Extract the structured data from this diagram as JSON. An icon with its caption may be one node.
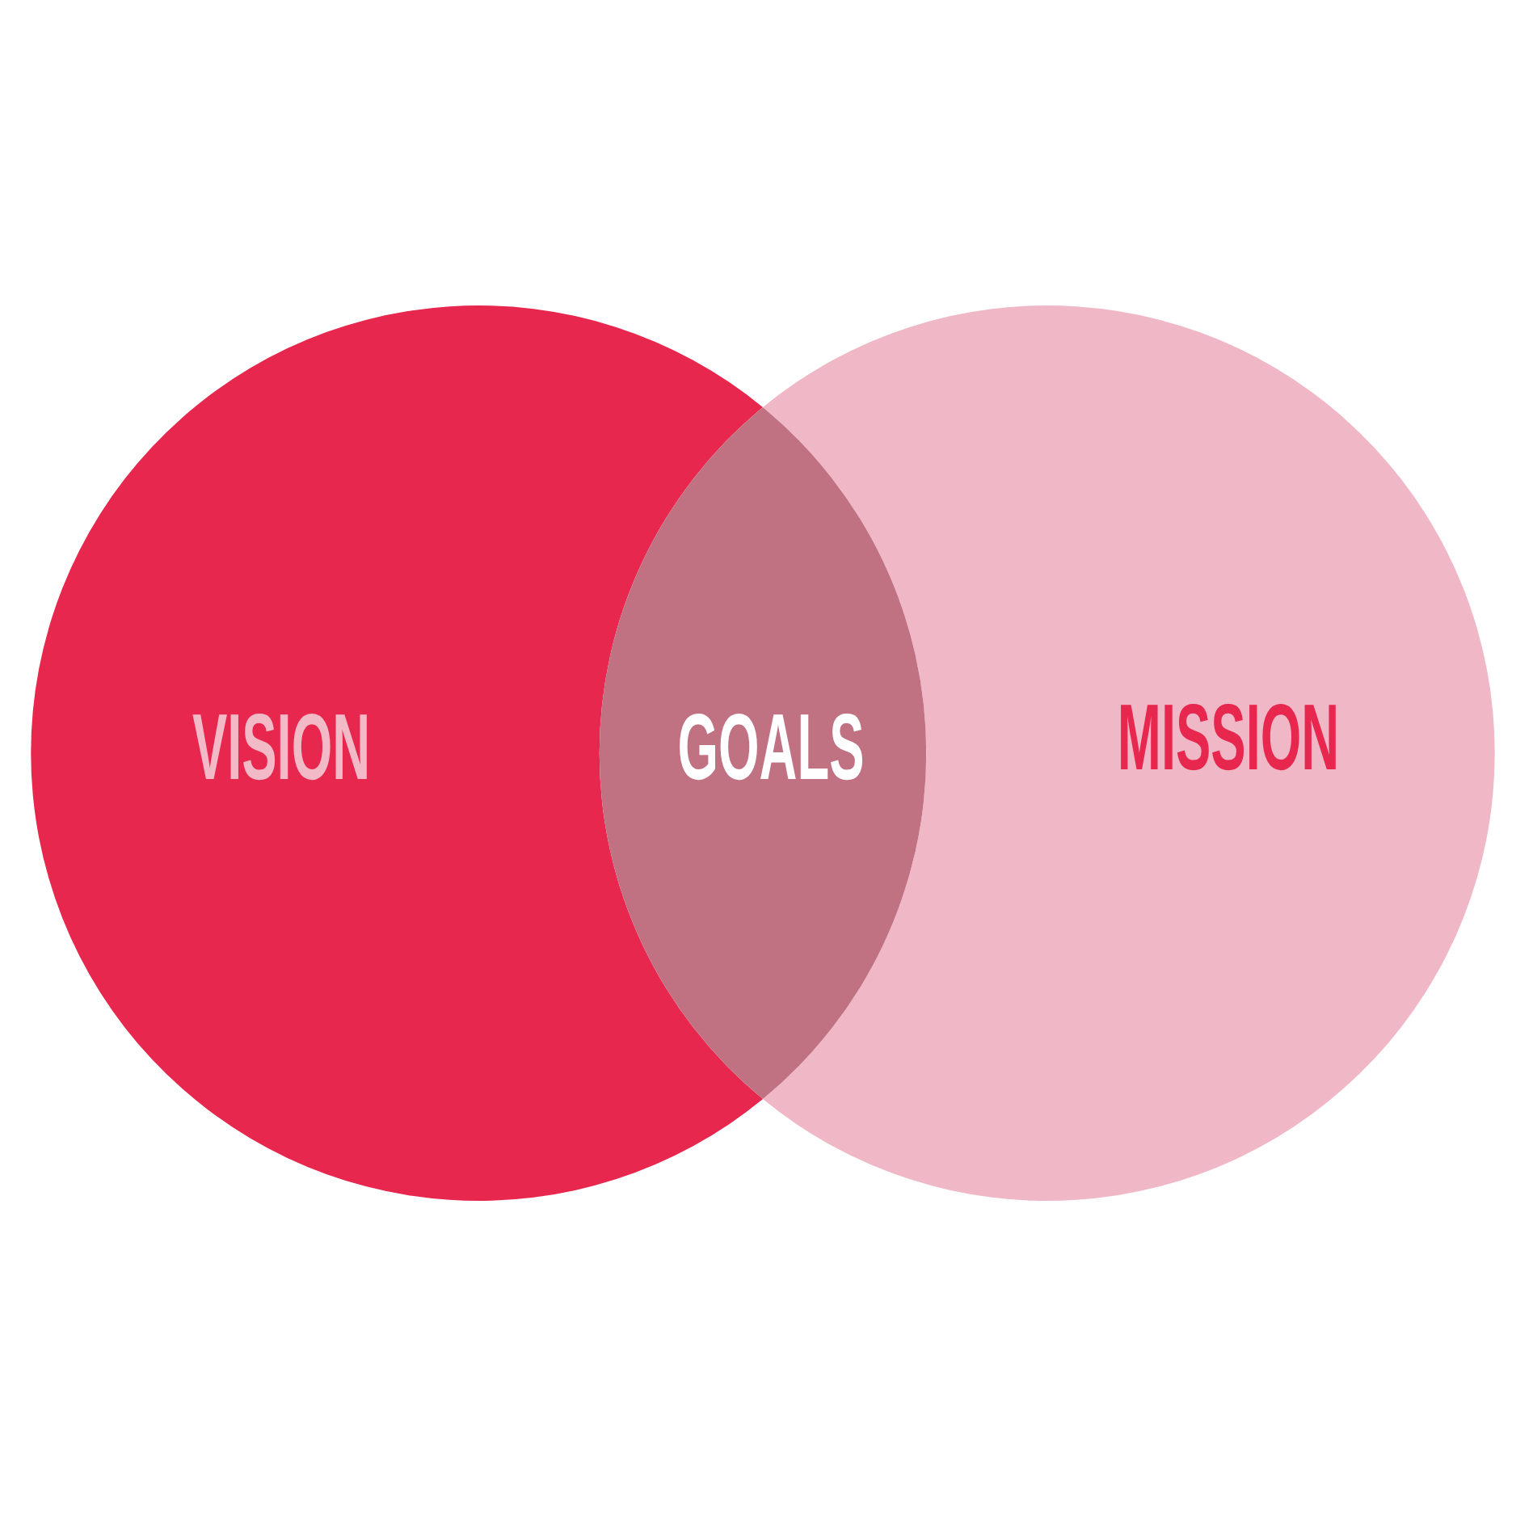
{
  "diagram": {
    "nodes": [
      {
        "text": [
          "VISION"
        ]
      },
      {
        "text": [
          "GOALS"
        ]
      },
      {
        "text": [
          "MISSION"
        ]
      }
    ]
  }
}
